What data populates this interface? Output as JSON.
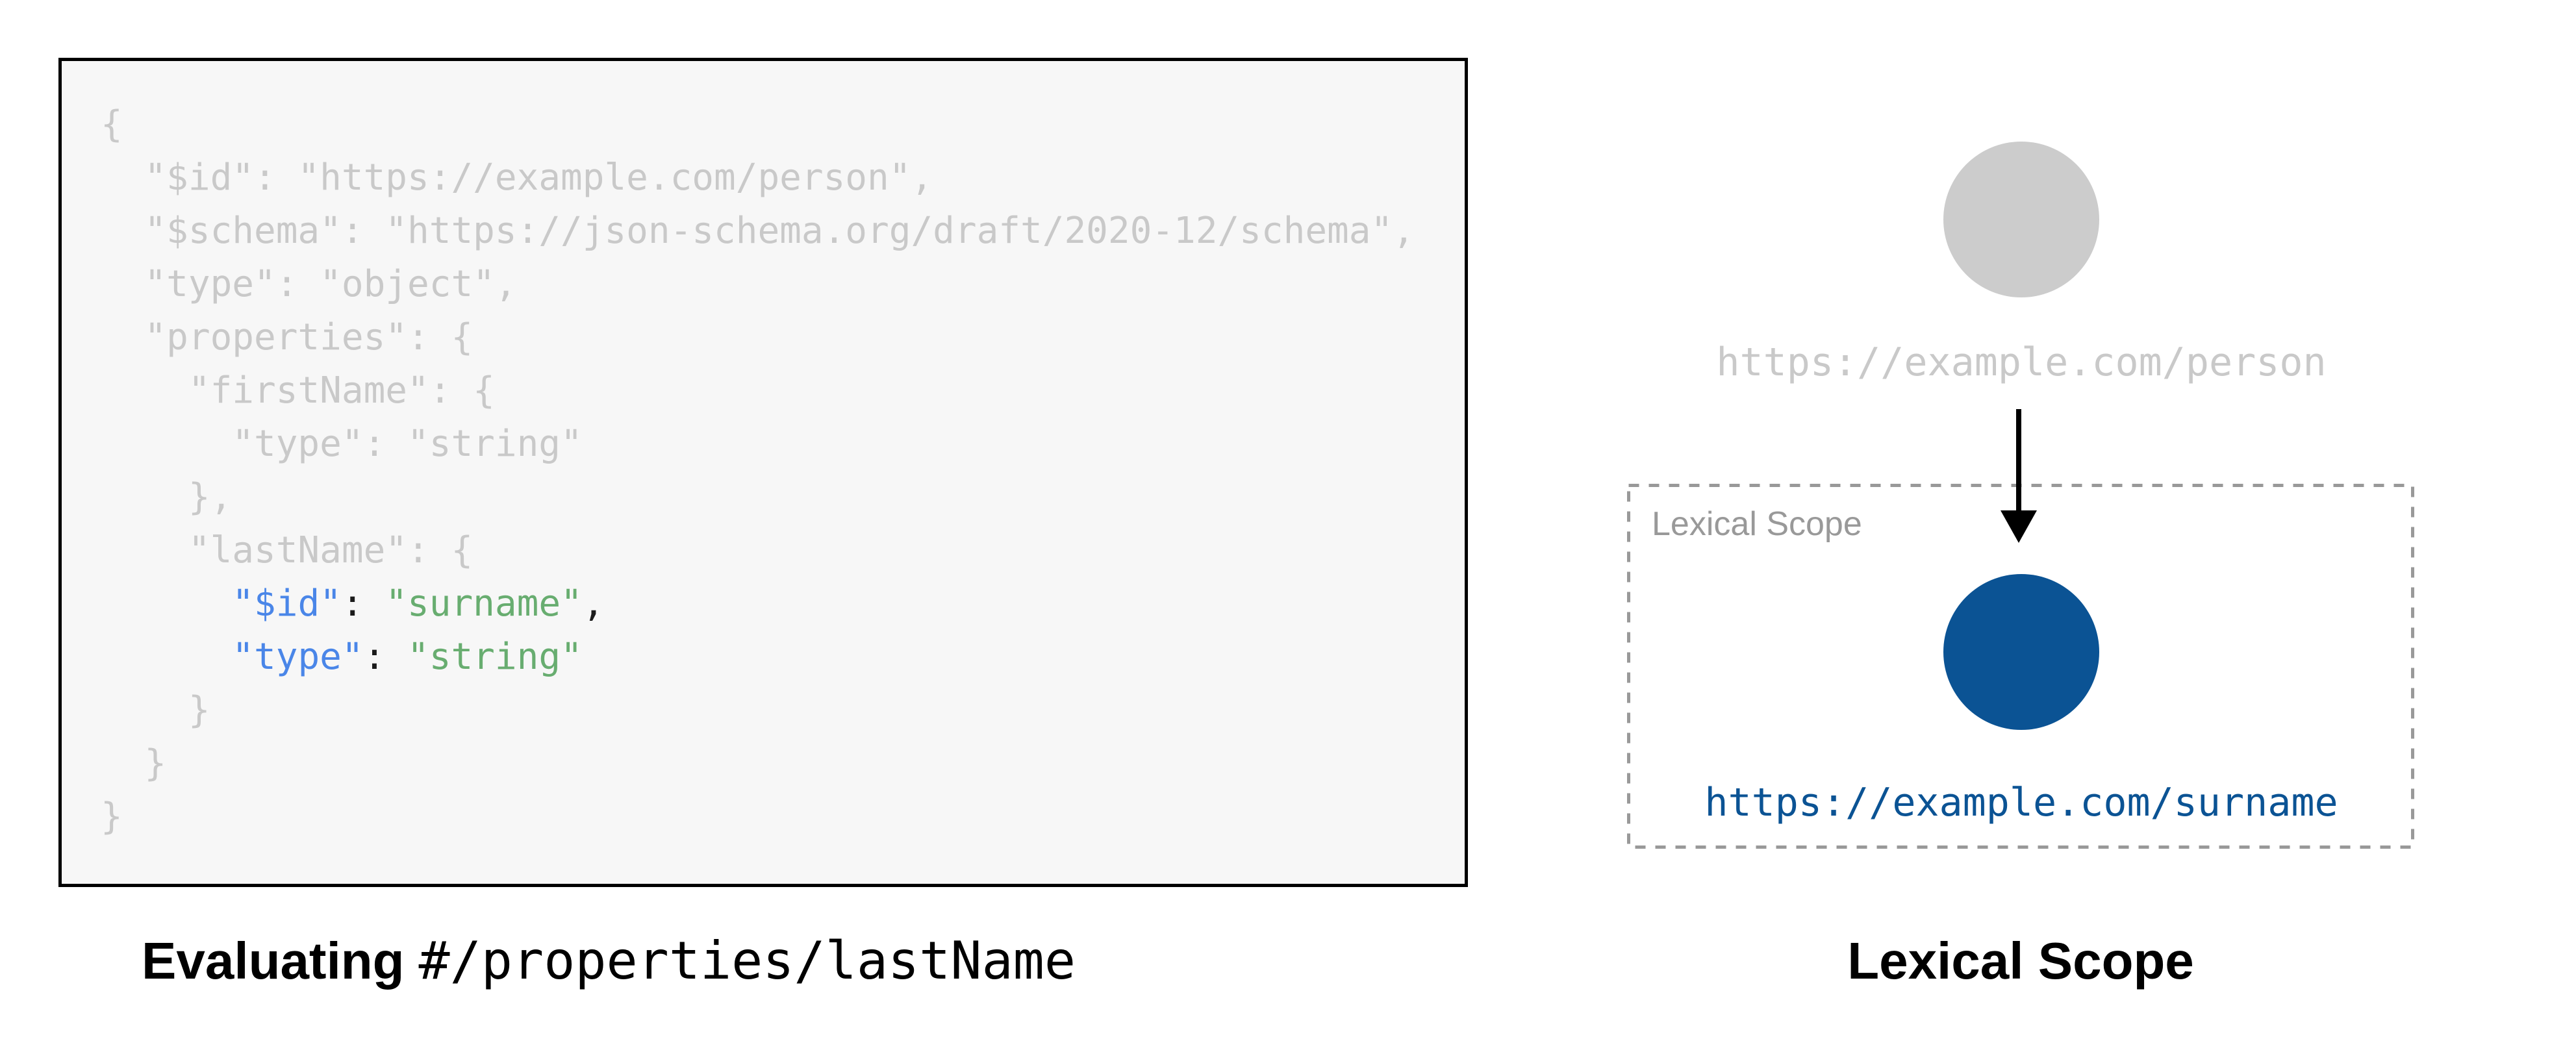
{
  "diagram": {
    "code_panel": {
      "lines": [
        [
          {
            "c": "gray",
            "t": "{"
          }
        ],
        [
          {
            "c": "gray",
            "t": "  \"$id\": \"https://example.com/person\","
          }
        ],
        [
          {
            "c": "gray",
            "t": "  \"$schema\": \"https://json-schema.org/draft/2020-12/schema\","
          }
        ],
        [
          {
            "c": "gray",
            "t": "  \"type\": \"object\","
          }
        ],
        [
          {
            "c": "gray",
            "t": "  \"properties\": {"
          }
        ],
        [
          {
            "c": "gray",
            "t": "    \"firstName\": {"
          }
        ],
        [
          {
            "c": "gray",
            "t": "      \"type\": \"string\""
          }
        ],
        [
          {
            "c": "gray",
            "t": "    },"
          }
        ],
        [
          {
            "c": "gray",
            "t": "    \"lastName\": {"
          }
        ],
        [
          {
            "c": "gray",
            "t": "      "
          },
          {
            "c": "blue",
            "t": "\"$id\""
          },
          {
            "c": "black",
            "t": ": "
          },
          {
            "c": "green",
            "t": "\"surname\""
          },
          {
            "c": "black",
            "t": ","
          }
        ],
        [
          {
            "c": "gray",
            "t": "      "
          },
          {
            "c": "blue",
            "t": "\"type\""
          },
          {
            "c": "black",
            "t": ": "
          },
          {
            "c": "green",
            "t": "\"string\""
          }
        ],
        [
          {
            "c": "gray",
            "t": "    }"
          }
        ],
        [
          {
            "c": "gray",
            "t": "  }"
          }
        ],
        [
          {
            "c": "gray",
            "t": "}"
          }
        ]
      ],
      "caption_bold": "Evaluating",
      "caption_mono": "#/properties/lastName"
    },
    "scope_panel": {
      "parent_uri": "https://example.com/person",
      "scope_label": "Lexical Scope",
      "child_uri": "https://example.com/surname",
      "caption": "Lexical Scope"
    },
    "colors": {
      "code_gray": "#c9c9c9",
      "key_blue": "#4a86e8",
      "value_green": "#68ad70",
      "punct_black": "#1b1b1b",
      "node_gray": "#cccccc",
      "node_blue": "#0b5394",
      "scope_gray": "#999999"
    }
  }
}
